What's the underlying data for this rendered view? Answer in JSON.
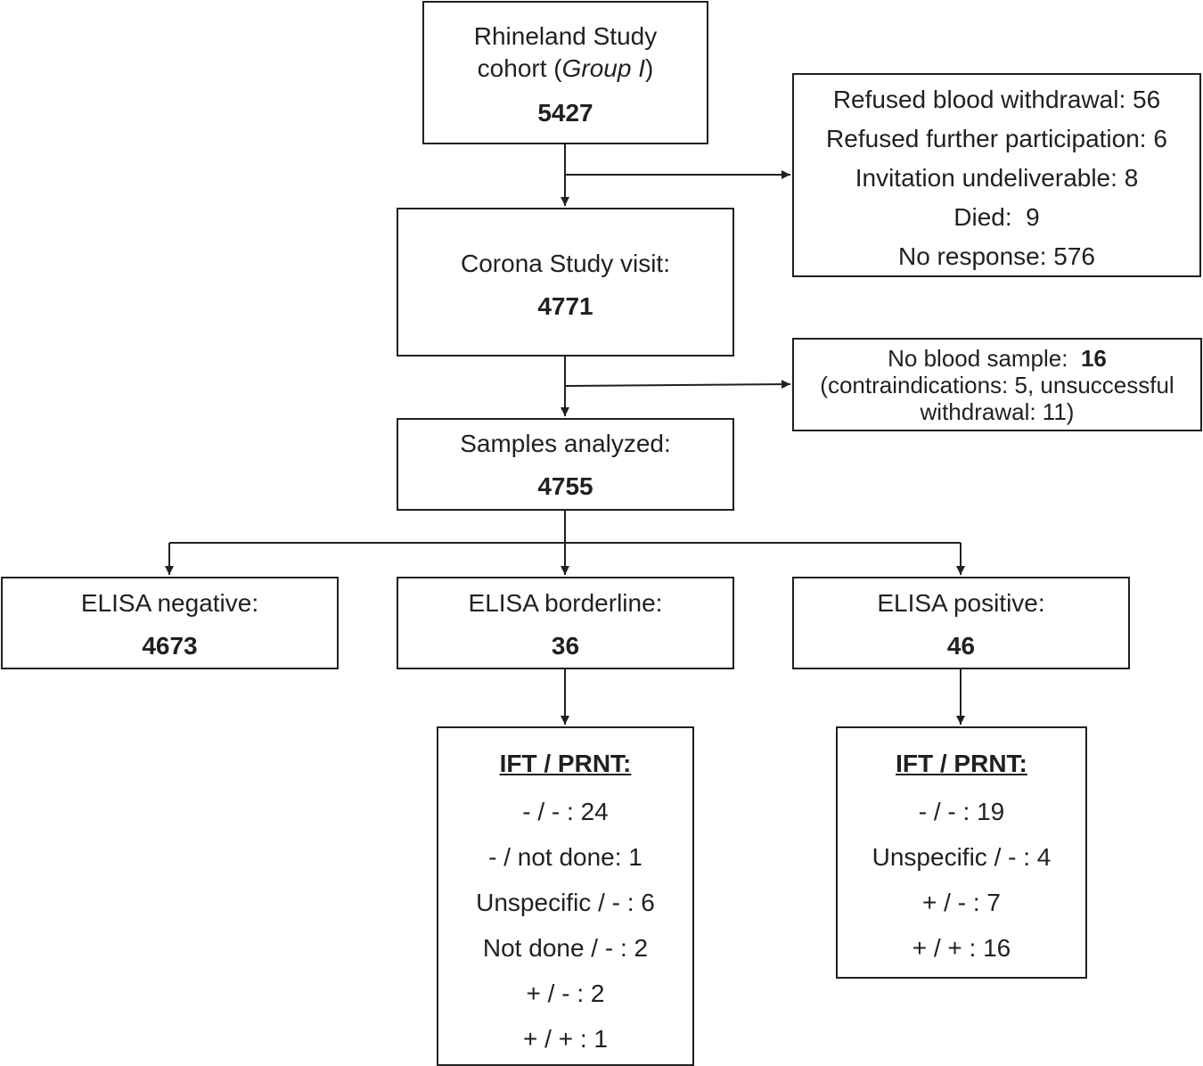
{
  "cohort": {
    "label_pre": "Rhineland Study",
    "label_mid": "cohort (",
    "label_italic": "Group I",
    "label_post": ")",
    "count": "5427"
  },
  "exclusions_1": [
    "Refused blood withdrawal: 56",
    "Refused further participation: 6",
    "Invitation undeliverable: 8",
    "Died:  9",
    "No response: 576"
  ],
  "visit": {
    "label": "Corona Study visit:",
    "count": "4771"
  },
  "exclusions_2": {
    "label": "No blood sample:  ",
    "count": "16",
    "detail_1": "(contraindications: 5, unsuccessful",
    "detail_2": "withdrawal: 11)"
  },
  "samples": {
    "label": "Samples analyzed:",
    "count": "4755"
  },
  "elisa_negative": {
    "label": "ELISA negative:",
    "count": "4673"
  },
  "elisa_borderline": {
    "label": "ELISA borderline:",
    "count": "36"
  },
  "elisa_positive": {
    "label": "ELISA positive:",
    "count": "46"
  },
  "ift_borderline": {
    "heading": "IFT / PRNT:",
    "rows": [
      "- / - : 24",
      "- / not done: 1",
      "Unspecific / - : 6",
      "Not done / - : 2",
      "+ / - : 2",
      "+ / + : 1"
    ]
  },
  "ift_positive": {
    "heading": "IFT / PRNT:",
    "rows": [
      "- / - : 19",
      "Unspecific / - : 4",
      "+ / - : 7",
      "+ / + : 16"
    ]
  }
}
